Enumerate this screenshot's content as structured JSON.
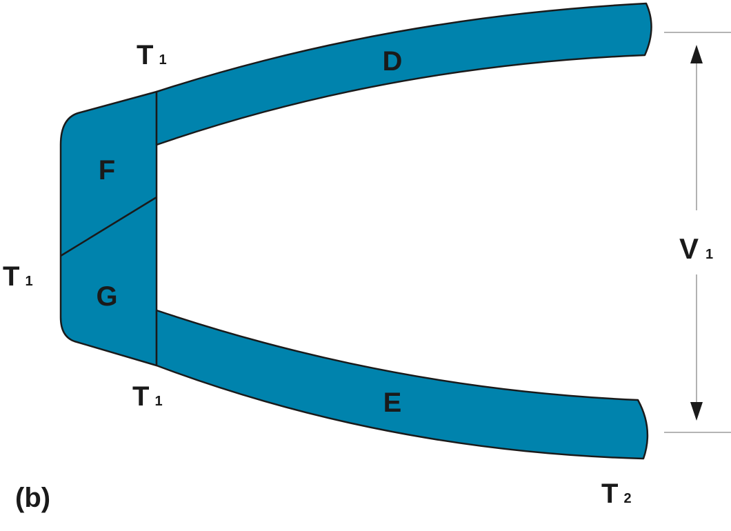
{
  "figure_label": "(b)",
  "regions": {
    "d": "D",
    "e": "E",
    "f": "F",
    "g": "G"
  },
  "terminals": {
    "top_junction": {
      "main": "T",
      "sub": "1"
    },
    "left_side": {
      "main": "T",
      "sub": "1"
    },
    "bottom_junction": {
      "main": "T",
      "sub": "1"
    },
    "bottom_right": {
      "main": "T",
      "sub": "2"
    }
  },
  "dimension": {
    "main": "V",
    "sub": "1"
  },
  "colors": {
    "fill": "#0083ad",
    "outline": "#1a1a1a",
    "dimension_line": "#888888"
  }
}
